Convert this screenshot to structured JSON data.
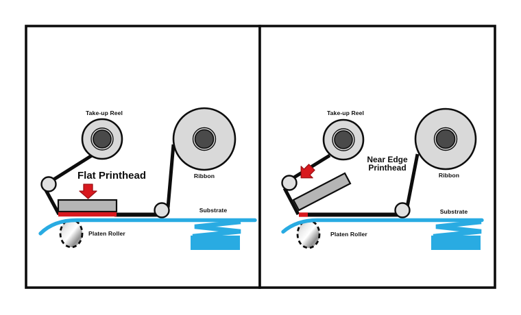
{
  "figure": {
    "type": "diagram",
    "subject": "Thermal transfer printing: flat printhead vs near edge printhead",
    "colors": {
      "substrate_blue": "#29abe2",
      "accent_red": "#d8191f",
      "arrow_outline_red": "#9c1216",
      "roll_gray": "#d9d9d9",
      "printhead_gray": "#b5b5b5",
      "core_dark_gray": "#4a4a4a",
      "line_black": "#0d0d0d"
    },
    "left_panel": {
      "printhead_label": "Flat Printhead",
      "takeup_reel_label": "Take-up Reel",
      "ribbon_label": "Ribbon",
      "platen_roller_label": "Platen Roller",
      "substrate_label": "Substrate"
    },
    "right_panel": {
      "printhead_label_line1": "Near Edge",
      "printhead_label_line2": "Printhead",
      "takeup_reel_label": "Take-up Reel",
      "ribbon_label": "Ribbon",
      "platen_roller_label": "Platen Roller",
      "substrate_label": "Substrate"
    }
  }
}
